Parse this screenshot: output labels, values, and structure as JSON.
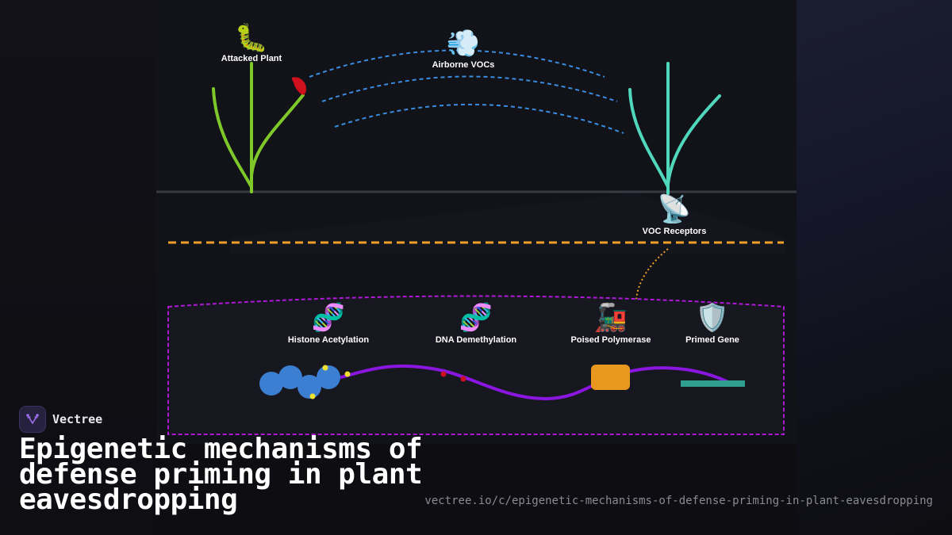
{
  "diagram": {
    "labels": {
      "attacked_plant": "Attacked Plant",
      "airborne_vocs": "Airborne VOCs",
      "voc_receptors": "VOC Receptors",
      "histone_acetylation": "Histone Acetylation",
      "dna_demethylation": "DNA Demethylation",
      "poised_polymerase": "Poised Polymerase",
      "primed_gene": "Primed Gene"
    },
    "icons": {
      "attacked_plant": "caterpillar-icon",
      "airborne_vocs": "dash-puff-icon",
      "voc_receptors": "satellite-dish-icon",
      "histone_acetylation": "dna-strand-icon",
      "dna_demethylation": "dna-double-helix-icon",
      "poised_polymerase": "locomotive-icon",
      "primed_gene": "shield-icon"
    },
    "emoji": {
      "attacked_plant": "🐛",
      "airborne_vocs": "💨",
      "voc_receptors": "📡",
      "histone_acetylation": "🧬",
      "dna_demethylation": "🧬",
      "poised_polymerase": "🚂",
      "primed_gene": "🛡️"
    },
    "colors": {
      "attacked_plant": "#7ec82a",
      "damage": "#d0101c",
      "receiver_plant": "#4fd8bc",
      "voc_signal": "#3a8de0",
      "membrane": "#f0a028",
      "nucleus": "#b018d8",
      "chromatin": "#8a16e0",
      "histone": "#3c7fd2",
      "acetyl_mark": "#f0e030",
      "methyl_mark": "#cc1020",
      "polymerase": "#e8981e",
      "gene": "#2f9e8e",
      "soil_line": "#3a3a44"
    }
  },
  "brand": {
    "name": "Vectree",
    "accent": "#a070f0"
  },
  "title": "Epigenetic mechanisms of defense priming in plant eavesdropping",
  "url": "vectree.io/c/epigenetic-mechanisms-of-defense-priming-in-plant-eavesdropping"
}
